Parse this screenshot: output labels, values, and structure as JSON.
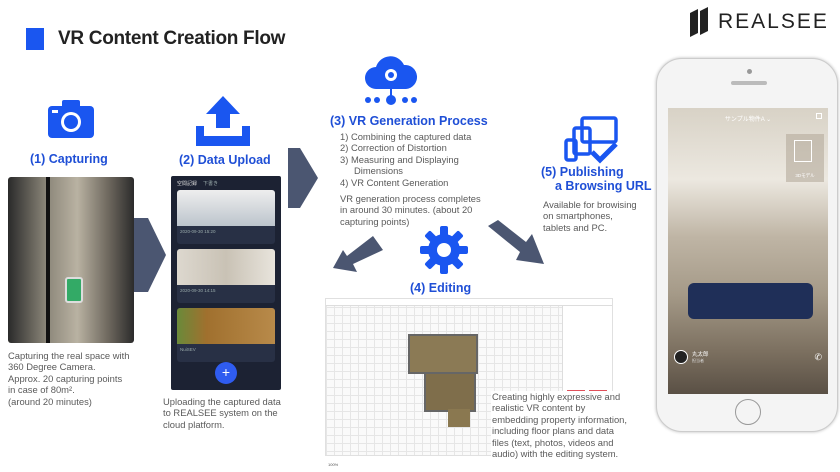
{
  "header": {
    "title": "VR Content Creation Flow",
    "logo": "REALSEE",
    "accent": "#1a56f0"
  },
  "steps": [
    {
      "title": "(1) Capturing",
      "icon": "camera-icon",
      "desc": [
        "Capturing the real space with",
        "360 Degree Camera.",
        "Approx. 20 capturing points",
        "in case of 80m².",
        "(around 20 minutes)"
      ]
    },
    {
      "title": "(2) Data Upload",
      "icon": "upload-icon",
      "desc": [
        "Uploading the captured data",
        "to REALSEE system on the",
        "cloud platform."
      ],
      "app": {
        "header": "空間記録",
        "tab": "下書き",
        "cards": [
          {
            "date": "2020-09-30 15:20"
          },
          {
            "date": "2020-09-30 14:15"
          },
          {
            "date": "NuiSEV"
          }
        ]
      }
    },
    {
      "title": "(3) VR Generation Process",
      "icon": "cloud-network-icon",
      "list": [
        "1) Combining the captured data",
        "2) Correction of Distortion",
        "3) Measuring  and Displaying",
        "Dimensions",
        "4) VR Content Generation"
      ],
      "desc": [
        "VR generation process completes",
        "in around 30 minutes. (about 20",
        "capturing points)"
      ]
    },
    {
      "title": "(4) Editing",
      "icon": "gear-icon",
      "desc": [
        "Creating highly expressive and",
        "realistic VR content by",
        "embedding property information,",
        "including floor plans and data",
        "files (text, photos, videos and",
        "audio) with the editing system."
      ],
      "zoom": "100%"
    },
    {
      "title_line1": "(5) Publishing",
      "title_line2": "a Browsing URL",
      "icon": "devices-icon",
      "desc": [
        "Available  for browising",
        "on smartphones,",
        "tablets and PC."
      ]
    }
  ],
  "viewer": {
    "property": "サンプル物件A ⌄",
    "model_btn": "3Dモデル",
    "agent": "丸太郎",
    "agent_sub": "担当者"
  }
}
